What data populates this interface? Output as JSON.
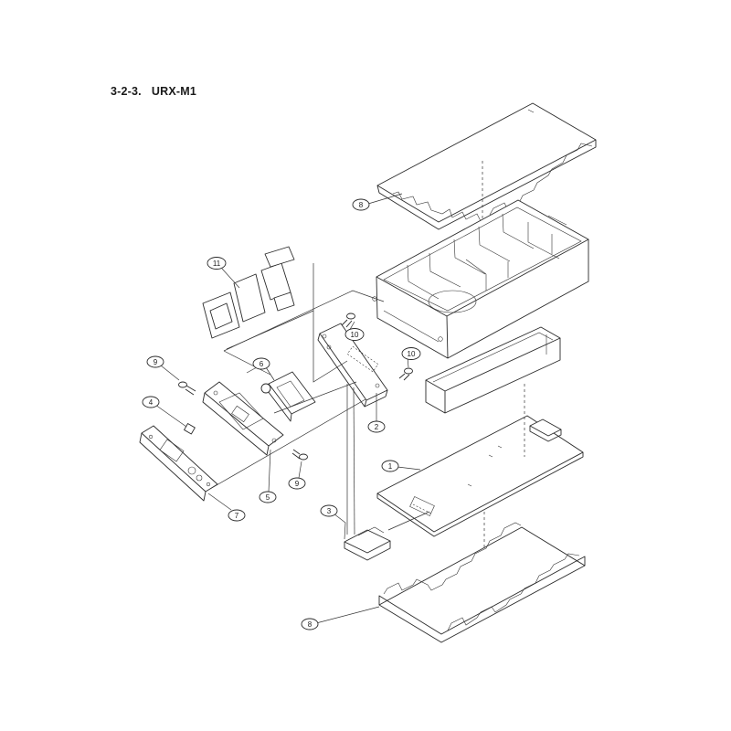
{
  "header": {
    "title": "3-2-3.   URX-M1"
  },
  "callouts": [
    {
      "id": "c8-top",
      "label": "8"
    },
    {
      "id": "c11",
      "label": "11"
    },
    {
      "id": "c10-a",
      "label": "10"
    },
    {
      "id": "c10-b",
      "label": "10"
    },
    {
      "id": "c9-a",
      "label": "9"
    },
    {
      "id": "c6",
      "label": "6"
    },
    {
      "id": "c4",
      "label": "4"
    },
    {
      "id": "c2",
      "label": "2"
    },
    {
      "id": "c1",
      "label": "1"
    },
    {
      "id": "c9-b",
      "label": "9"
    },
    {
      "id": "c5",
      "label": "5"
    },
    {
      "id": "c7",
      "label": "7"
    },
    {
      "id": "c3",
      "label": "3"
    },
    {
      "id": "c8-bottom",
      "label": "8"
    }
  ]
}
